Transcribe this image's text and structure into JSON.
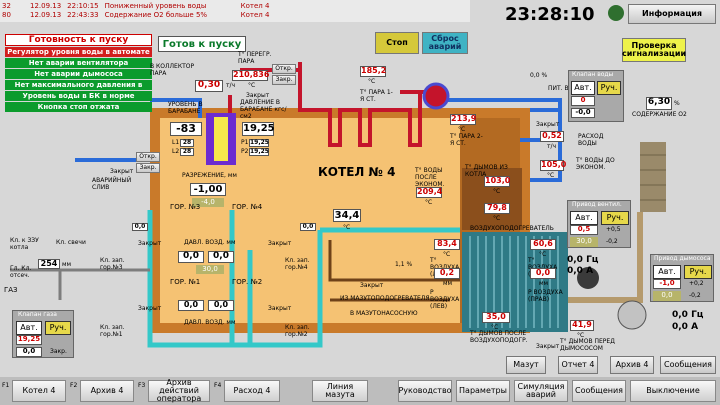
{
  "alarms": [
    {
      "num": "32",
      "date": "12.09.13",
      "time": "22:10:15",
      "msg": "Пониженный уровень воды",
      "obj": "Котел 4"
    },
    {
      "num": "80",
      "date": "12.09.13",
      "time": "22:43:33",
      "msg": "Содержание О2 больше 5%",
      "obj": "Котел 4"
    }
  ],
  "clock": "23:28:10",
  "info_label": "Информация",
  "ready_header": "Готовность к пуску",
  "ready_items": [
    "Регулятор уровня воды в автомате",
    "Нет аварии вентилятора",
    "Нет аварии дымососа",
    "Нет максимального давления в котле",
    "Уровень воды в БК в норме",
    "Кнопка стоп отжата"
  ],
  "ready_status": "Готов к пуску",
  "stop_label": "Стоп",
  "reset_label": "Сброс аварий",
  "check_label": "Проверка сигнализации",
  "boiler_label": "КОТЕЛ № 4",
  "steam_collector": {
    "label": "В КОЛЛЕКТОР ПАРА",
    "value": "0,30",
    "unit": "т/ч"
  },
  "drum_level": {
    "label": "УРОВЕНЬ В БАРАБАНЕ",
    "value": "-83",
    "l1": "28",
    "l2": "28",
    "l1_label": "L1",
    "l2_label": "L2"
  },
  "drum_pressure": {
    "label": "ДАВЛЕНИЕ В БАРАБАНЕ кгс/см2",
    "value": "19,25",
    "p1": "19,25",
    "p2": "19,25",
    "p1_label": "P1",
    "p2_label": "P2"
  },
  "superheat_t": {
    "label": "Т° ПЕРЕГР. ПАРА",
    "value": "210,836",
    "unit": "°С"
  },
  "steam1_t": {
    "label": "Т° ПАРА 1-Я СТ.",
    "value": "185,2",
    "unit": "°С"
  },
  "steam2_t": {
    "label": "Т° ПАРА 2-Я СТ.",
    "value": "213,9",
    "unit": "°С"
  },
  "vacuum": {
    "label": "РАЗРЕЖЕНИЕ, мм",
    "value": "-1,00",
    "sp": "-4,0"
  },
  "water_eco_t": {
    "label": "Т° ВОДЫ ПОСЛЕ ЭКОНОМ.",
    "value": "209,4",
    "unit": "°С"
  },
  "flue_exit_t": {
    "label": "Т° ДЫМОВ ИЗ КОТЛА",
    "value": "103,0",
    "unit": "°С"
  },
  "flue_t2": {
    "value": "79,8",
    "unit": "°С"
  },
  "water_flow": {
    "label": "РАСХОД ВОДЫ",
    "value": "0,52",
    "unit": "т/ч"
  },
  "water_t": {
    "label": "Т° ВОДЫ ДО ЭКОНОМ.",
    "value": "105,0",
    "unit": "°С"
  },
  "o2": {
    "label": "СОДЕРЖАНИЕ О2",
    "value": "6,30",
    "unit": "%"
  },
  "pit_water": {
    "label": "ПИТ. ВОДЫ",
    "value": "0,0 %"
  },
  "water_valve": {
    "title": "Клапан воды",
    "mode": "Авт.",
    "man": "Руч.",
    "v1": "0",
    "v2": "-0,0"
  },
  "fan_drive": {
    "title": "Привод вентил.",
    "mode": "Авт.",
    "man": "Руч.",
    "v1": "0,5",
    "v2": "30,0",
    "d1": "+0,5",
    "d2": "-0,2"
  },
  "smoke_drive": {
    "title": "Привод дымососа",
    "mode": "Авт.",
    "man": "Руч.",
    "v1": "-1,0",
    "v2": "0,0",
    "d1": "+0,2",
    "d2": "-0,2"
  },
  "gas_valve": {
    "title": "Клапан газа",
    "mode": "Авт.",
    "man": "Руч.",
    "v1": "19,25",
    "v2": "0,0",
    "close": "Закр."
  },
  "air_pressure": {
    "label": "ДАВЛ. ВОЗД. мм",
    "v1": "0,0",
    "v2": "0,0",
    "sp": "30,0"
  },
  "air_pressure2": {
    "label": "ДАВЛ. ВОЗД. мм",
    "v1": "0,0",
    "v2": "0,0"
  },
  "burners": [
    "ГОР. №3",
    "ГОР. №4",
    "ГОР. №1",
    "ГОР. №2"
  ],
  "mm_unit": "мм",
  "fuel_oil_pressure": {
    "value": "34,4",
    "unit": "°С",
    "sp": "1,1 %"
  },
  "fuel_oil_label": "ИЗ МАЗУТОПОДОГРЕВАТЕЛЯ",
  "fuel_oil_label2": "В МАЗУТОНАСОСНУЮ",
  "gas_pressure": {
    "label": "ГАЗ",
    "value": "254",
    "unit": "мм"
  },
  "air_heater": "ВОЗДУХОПОДОГРЕВАТЕЛЬ",
  "air_left": {
    "label": "Т° ВОЗДУХА (ЛЕВ)",
    "value": "83,4",
    "unit": "°С"
  },
  "air_right": {
    "label": "Т° ВОЗДУХА (ПРАВ)",
    "value": "60,6",
    "unit": "°С"
  },
  "airp_left": {
    "label": "Р ВОЗДУХА (ЛЕВ)",
    "value": "0,2",
    "unit": "мм"
  },
  "airp_right": {
    "label": "Р ВОЗДУХА (ПРАВ)",
    "value": "0,0",
    "unit": "мм"
  },
  "flue_after": {
    "label": "Т° ДЫМОВ ПОСЛЕ ВОЗДУХОПОДОГР.",
    "value": "35,0",
    "unit": "°С"
  },
  "flue_before_smoke": {
    "label": "Т° ДЫМОВ ПЕРЕД ДЫМОСОСОМ",
    "value": "41,9",
    "unit": "°С"
  },
  "fan_freq": {
    "hz": "0,0 Гц",
    "a": "0,0 А"
  },
  "smoke_freq": {
    "hz": "0,0 Гц",
    "a": "0,0 А"
  },
  "closed": "Закрыт",
  "open": "Откр.",
  "close": "Закр.",
  "drain": "АВАРИЙНЫЙ СЛИВ",
  "candle": "Кл. свечи",
  "gas_cutoff": "Кл. к ЗЗУ котла",
  "main_gas": "Гл. Кл. отсеч.",
  "zap_labels": [
    "Кл. зап. гор.№3",
    "Кл. зап. гор.№4",
    "Кл. зап. гор.№1",
    "Кл. зап. гор.№2"
  ],
  "right_buttons": [
    "Мазут",
    "Отчет 4",
    "Архив 4",
    "Сообщения"
  ],
  "bottom_buttons": [
    "Котел 4",
    "Архив 4",
    "Архив действий оператора",
    "Расход 4",
    "Линия мазута",
    "Руководство",
    "Параметры",
    "Симуляция аварий",
    "Сообщения",
    "Выключение"
  ],
  "fkeys": [
    "F1",
    "F2",
    "F3",
    "F4"
  ],
  "colors": {
    "status_green": "#0b9b2c",
    "furnace": "#f5c273",
    "boiler_brown": "#8b4f1c",
    "steam_red": "#c4142b",
    "water_blue": "#2a6bd8",
    "air_cyan": "#34c8c8",
    "fuel_brown": "#7a4a1a"
  }
}
